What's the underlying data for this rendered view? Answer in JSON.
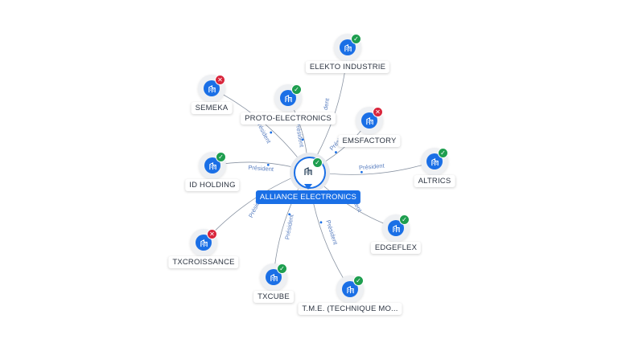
{
  "center": {
    "label": "ALLIANCE ELECTRONICS",
    "icon": "building-icon",
    "status": "active"
  },
  "nodes": [
    {
      "id": "elekto",
      "label": "ELEKTO INDUSTRIE",
      "status": "active",
      "icon": "building-icon"
    },
    {
      "id": "semeka",
      "label": "SEMEKA",
      "status": "inactive",
      "icon": "building-icon"
    },
    {
      "id": "proto",
      "label": "PROTO-ELECTRONICS",
      "status": "active",
      "icon": "building-icon"
    },
    {
      "id": "emsfactory",
      "label": "EMSFACTORY",
      "status": "inactive",
      "icon": "building-icon"
    },
    {
      "id": "altrics",
      "label": "ALTRICS",
      "status": "active",
      "icon": "building-icon"
    },
    {
      "id": "idholding",
      "label": "ID HOLDING",
      "status": "active",
      "icon": "building-icon"
    },
    {
      "id": "edgeflex",
      "label": "EDGEFLEX",
      "status": "active",
      "icon": "building-icon"
    },
    {
      "id": "txcroissance",
      "label": "TXCROISSANCE",
      "status": "inactive",
      "icon": "building-icon"
    },
    {
      "id": "txcube",
      "label": "TXCUBE",
      "status": "active",
      "icon": "building-icon"
    },
    {
      "id": "tme",
      "label": "T.M.E. (TECHNIQUE MO...",
      "status": "active",
      "icon": "building-icon"
    }
  ],
  "edges": [
    {
      "to": "elekto",
      "label": "dent"
    },
    {
      "to": "semeka",
      "label": "Président"
    },
    {
      "to": "proto",
      "label": "Président"
    },
    {
      "to": "emsfactory",
      "label": "Présid"
    },
    {
      "to": "altrics",
      "label": "Président"
    },
    {
      "to": "idholding",
      "label": "Président"
    },
    {
      "to": "edgeflex",
      "label": "dent"
    },
    {
      "to": "txcroissance",
      "label": "Présid"
    },
    {
      "to": "txcube",
      "label": "Président"
    },
    {
      "to": "tme",
      "label": "Président"
    }
  ],
  "colors": {
    "accent": "#1a6fe6",
    "active": "#1e9e4f",
    "inactive": "#d9263c",
    "edge": "#8a94a3"
  }
}
